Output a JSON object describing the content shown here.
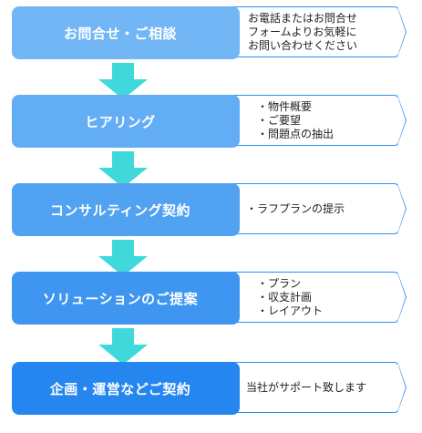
{
  "steps": [
    {
      "title": "お問合せ・ご相談",
      "lines": [
        "お電話またはお問合せ",
        "フォームよりお気軽に",
        "お問い合わせください"
      ],
      "color": "#6fb3f5"
    },
    {
      "title": "ヒアリング",
      "lines": [
        "・物件概要",
        "・ご要望",
        "・問題点の抽出"
      ],
      "color": "#5eaaf4"
    },
    {
      "title": "コンサルティング契約",
      "lines": [
        "・ラフプランの提示"
      ],
      "color": "#4d9ff2"
    },
    {
      "title": "ソリューションのご提案",
      "lines": [
        "・プラン",
        "・収支計画",
        "・レイアウト"
      ],
      "color": "#3a93f0"
    },
    {
      "title": "企画・運営などご契約",
      "lines": [
        "当社がサポート致します"
      ],
      "color": "#2486ee"
    }
  ],
  "colors": {
    "border": "#2d8ef0",
    "arrow": "#3fd9dc"
  }
}
